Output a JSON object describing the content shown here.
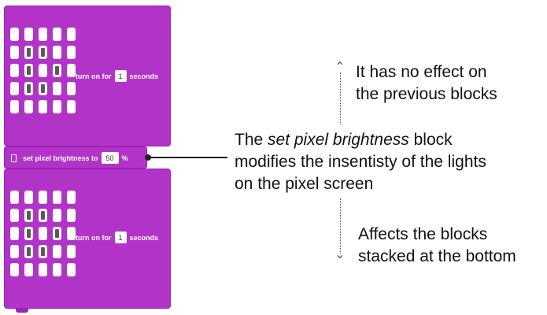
{
  "top_block": {
    "label": "turn on for",
    "value": "1",
    "unit": "seconds",
    "pattern": [
      [
        0,
        0,
        0,
        0,
        0
      ],
      [
        0,
        1,
        1,
        0,
        0
      ],
      [
        0,
        1,
        0,
        1,
        0
      ],
      [
        0,
        1,
        1,
        0,
        0
      ],
      [
        0,
        0,
        0,
        0,
        0
      ]
    ]
  },
  "brightness_block": {
    "label": "set pixel brightness to",
    "value": "50",
    "unit": "%"
  },
  "bottom_block": {
    "label": "turn on for",
    "value": "1",
    "unit": "seconds",
    "pattern": [
      [
        0,
        0,
        0,
        0,
        0
      ],
      [
        0,
        1,
        1,
        0,
        0
      ],
      [
        0,
        1,
        0,
        1,
        0
      ],
      [
        0,
        1,
        1,
        0,
        0
      ],
      [
        0,
        0,
        0,
        0,
        0
      ]
    ]
  },
  "annotations": {
    "up_note_line1": "It has no effect on",
    "up_note_line2": "the previous blocks",
    "main_note_pre": "The ",
    "main_note_em": "set pixel brightness",
    "main_note_post": " block",
    "main_note_line2": "modifies the insentisty of the lights",
    "main_note_line3": "on the pixel screen",
    "down_note_line1": "Affects the blocks",
    "down_note_line2": "stacked at the bottom"
  },
  "colors": {
    "block_purple": "#b233c8",
    "pixel_on": "#5a5a5a",
    "pixel_off": "#ffffff"
  },
  "icons": [
    "pixel-screen-icon",
    "arrow-up-icon",
    "arrow-down-icon"
  ]
}
